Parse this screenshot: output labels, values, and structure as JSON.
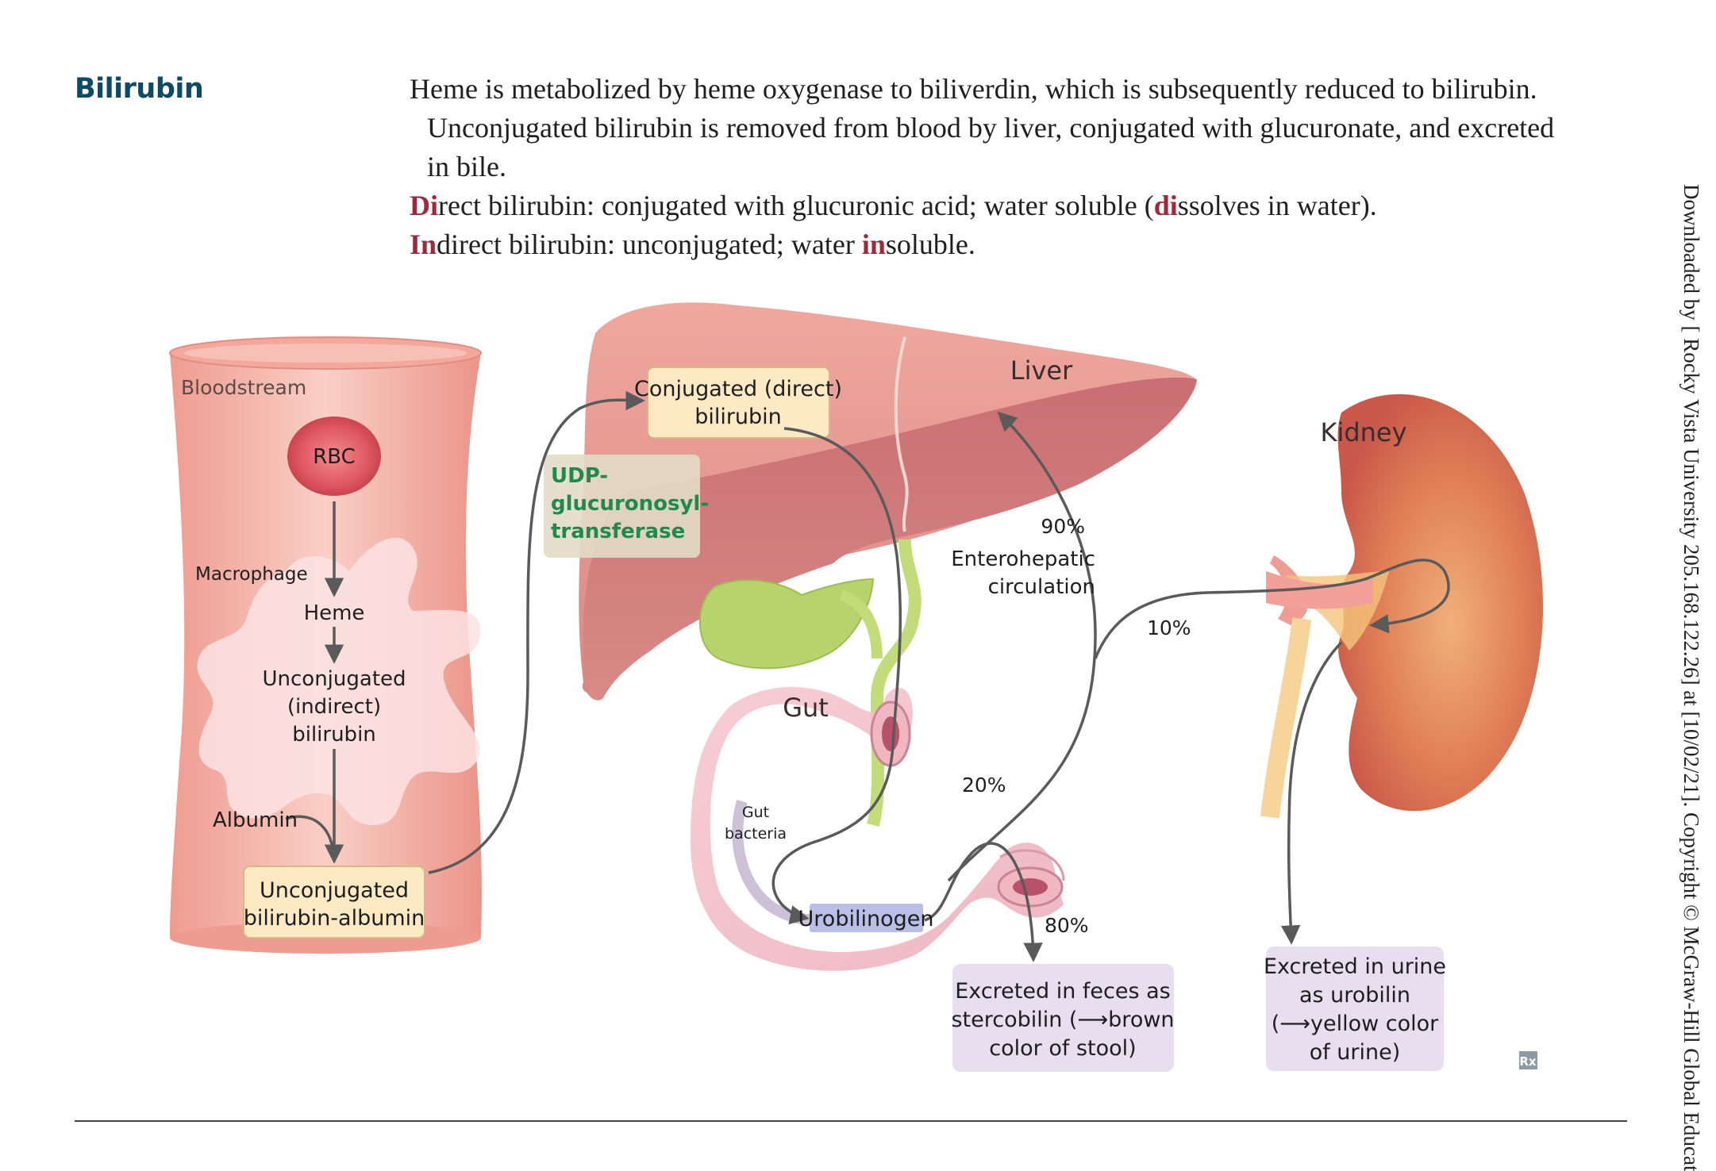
{
  "heading": "Bilirubin",
  "intro": {
    "line1": "Heme is metabolized by heme oxygenase to biliverdin, which is subsequently reduced to bilirubin.",
    "line2": "Unconjugated bilirubin is removed from blood by liver, conjugated with glucuronate, and excreted",
    "line3": "in bile.",
    "direct_hl1": "Di",
    "direct_text1": "rect bilirubin: conjugated with glucuronic acid; water soluble (",
    "direct_hl2": "di",
    "direct_text2": "ssolves in water).",
    "indirect_hl1": "In",
    "indirect_text1": "direct bilirubin: unconjugated; water ",
    "indirect_hl2": "in",
    "indirect_text2": "soluble."
  },
  "sidebar": "Downloaded by [ Rocky Vista University 205.168.122.26] at [10/02/21]. Copyright © McGraw-Hill Global Educat",
  "diagram": {
    "bloodstream": "Bloodstream",
    "rbc": "RBC",
    "macrophage": "Macrophage",
    "heme": "Heme",
    "unconj_1": "Unconjugated",
    "unconj_2": "(indirect)",
    "unconj_3": "bilirubin",
    "albumin": "Albumin",
    "unconj_alb_1": "Unconjugated",
    "unconj_alb_2": "bilirubin-albumin",
    "conj_1": "Conjugated (direct)",
    "conj_2": "bilirubin",
    "udp_1": "UDP-",
    "udp_2": "glucuronosyl-",
    "udp_3": "transferase",
    "liver": "Liver",
    "pct_90": "90%",
    "entero_1": "Enterohepatic",
    "entero_2": "circulation",
    "pct_10": "10%",
    "kidney": "Kidney",
    "gut": "Gut",
    "gut_bacteria_1": "Gut",
    "gut_bacteria_2": "bacteria",
    "pct_20": "20%",
    "urobilinogen": "Urobilinogen",
    "pct_80": "80%",
    "feces_1": "Excreted in feces as",
    "feces_2": "stercobilin (⟶brown",
    "feces_3": "color of stool)",
    "urine_1": "Excreted in urine",
    "urine_2": "as urobilin",
    "urine_3": "(⟶yellow color",
    "urine_4": "of urine)",
    "rx_icon": "Rx"
  },
  "colors": {
    "heading": "#0d4a66",
    "highlight": "#a0283a",
    "enzyme": "#1f8a4c",
    "arrow": "#5a5a5a",
    "box_yellow": "#fde9c4",
    "box_lilac": "#e7def0",
    "urobilinogen_bg": "#b9bfe6"
  }
}
